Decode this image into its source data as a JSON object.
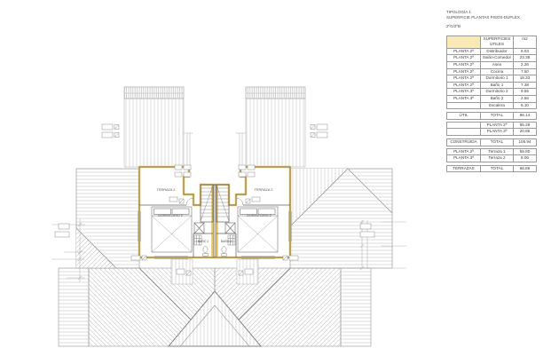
{
  "title": {
    "line1": "TIPOLOGÍA 1",
    "line2": "SUPERFICIE PLANTAS PISOS-DUPLEX",
    "line3": "2ºG/2ºB"
  },
  "table": {
    "header": {
      "c1": "",
      "c2": "SUPERFICIES ÚTILES",
      "c3": "m2"
    },
    "rows": [
      {
        "c1": "PLANTA 2ª",
        "c2": "Distribuidor",
        "c3": "6.03"
      },
      {
        "c1": "PLANTA 2ª",
        "c2": "Salón-Comedor",
        "c3": "23.38"
      },
      {
        "c1": "PLANTA 2ª",
        "c2": "Aseo",
        "c3": "2.26"
      },
      {
        "c1": "PLANTA 2ª",
        "c2": "Cocina",
        "c3": "7.50"
      },
      {
        "c1": "PLANTA 2ª",
        "c2": "Dormitorio 1",
        "c3": "18.33"
      },
      {
        "c1": "PLANTA 2ª",
        "c2": "Baño 1",
        "c3": "7.38"
      },
      {
        "c1": "PLANTA 3ª",
        "c2": "Dormitorio 2",
        "c3": "9.55"
      },
      {
        "c1": "PLANTA 3ª",
        "c2": "Baño 2",
        "c3": "2.56"
      },
      {
        "c1": "",
        "c2": "Escalera",
        "c3": "5.10"
      },
      {
        "c1": "ÚTIL",
        "c2": "TOTAL",
        "c3": "86.14"
      },
      {
        "c1": "",
        "c2": "PLANTA 2ª",
        "c3": "65.29"
      },
      {
        "c1": "",
        "c2": "PLANTA 3ª",
        "c3": "20.85"
      },
      {
        "c1": "CONSTRUIDA",
        "c2": "TOTAL",
        "c3": "105.94"
      },
      {
        "c1": "PLANTA 2ª",
        "c2": "Terraza 1",
        "c3": "58.80"
      },
      {
        "c1": "PLANTA 3ª",
        "c2": "Terraza 2",
        "c3": "8.06"
      },
      {
        "c1": "TERRAZAS",
        "c2": "TOTAL",
        "c3": "66.86"
      }
    ]
  },
  "plan": {
    "labels": {
      "terraza": "TERRAZA 2",
      "dormitorio": "DORMITORIO 2",
      "bano": "BAÑO 2"
    }
  },
  "colors": {
    "unit_highlight": "#e9c662",
    "table_header_fill": "#f8e9b5",
    "wall_line": "#606060",
    "roof_line": "#989898"
  }
}
